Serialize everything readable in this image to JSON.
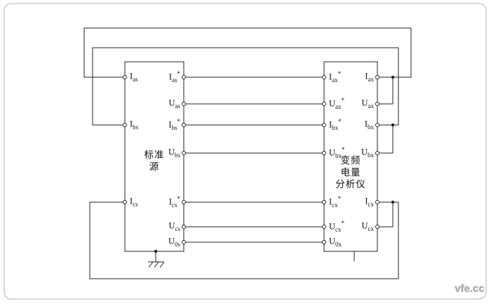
{
  "diagram": {
    "left_block": {
      "title_lines": [
        "标准",
        "源"
      ]
    },
    "right_block": {
      "title_lines": [
        "变频",
        "电量",
        "分析仪"
      ]
    }
  },
  "labels": {
    "Ias": {
      "base": "I",
      "sub": "as"
    },
    "Ibs": {
      "base": "I",
      "sub": "bs"
    },
    "Ics": {
      "base": "I",
      "sub": "cs"
    },
    "Ias_star": {
      "base": "I",
      "sub": "as",
      "sup": "*"
    },
    "Uas": {
      "base": "U",
      "sub": "as"
    },
    "Ibs_star": {
      "base": "I",
      "sub": "bs",
      "sup": "*"
    },
    "Ubs": {
      "base": "U",
      "sub": "bs"
    },
    "Ics_star": {
      "base": "I",
      "sub": "cs",
      "sup": "*"
    },
    "Ucs": {
      "base": "U",
      "sub": "cs"
    },
    "U0s": {
      "base": "U",
      "sub": "0s"
    },
    "Iax_star": {
      "base": "I",
      "sub": "ax",
      "sup": "*"
    },
    "Uax_star": {
      "base": "U",
      "sub": "ax",
      "sup": "*"
    },
    "Ibx_star": {
      "base": "I",
      "sub": "bx",
      "sup": "*"
    },
    "Ubx_star": {
      "base": "U",
      "sub": "bx",
      "sup": "*"
    },
    "Icx_star": {
      "base": "I",
      "sub": "cx",
      "sup": "*"
    },
    "Ucx_star": {
      "base": "U",
      "sub": "cx",
      "sup": "*"
    },
    "U0x": {
      "base": "U",
      "sub": "0x"
    },
    "Iax": {
      "base": "I",
      "sub": "ax"
    },
    "Uax": {
      "base": "U",
      "sub": "ax"
    },
    "Ibx": {
      "base": "I",
      "sub": "bx"
    },
    "Ubx": {
      "base": "U",
      "sub": "bx"
    },
    "Icx": {
      "base": "I",
      "sub": "cx"
    },
    "Ucx": {
      "base": "U",
      "sub": "cx"
    }
  },
  "watermark": "vfe.cc"
}
